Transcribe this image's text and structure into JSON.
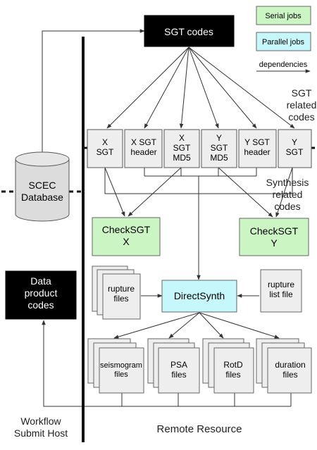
{
  "legend": {
    "serial_jobs": "Serial jobs",
    "parallel_jobs": "Parallel jobs",
    "dependencies": "dependencies",
    "serial_color": "#ccf5c4",
    "parallel_color": "#c6f7fb"
  },
  "nodes": {
    "sgt_codes": [
      "SGT codes"
    ],
    "x_sgt": [
      "X",
      "SGT"
    ],
    "x_sgt_header": [
      "X SGT",
      "header"
    ],
    "x_sgt_md5": [
      "X",
      "SGT",
      "MD5"
    ],
    "y_sgt_md5": [
      "Y",
      "SGT",
      "MD5"
    ],
    "y_sgt_header": [
      "Y SGT",
      "header"
    ],
    "y_sgt": [
      "Y",
      "SGT"
    ],
    "scec_database": [
      "SCEC",
      "Database"
    ],
    "checksgt_x": [
      "CheckSGT",
      "X"
    ],
    "checksgt_y": [
      "CheckSGT",
      "Y"
    ],
    "data_product_codes": [
      "Data",
      "product",
      "codes"
    ],
    "rupture_files": [
      "rupture",
      "files"
    ],
    "directsynth": [
      "DirectSynth"
    ],
    "rupture_list_file": [
      "rupture",
      "list file"
    ],
    "seismogram_files": [
      "seismogram",
      "files"
    ],
    "psa_files": [
      "PSA",
      "files"
    ],
    "rotd_files": [
      "RotD",
      "files"
    ],
    "duration_files": [
      "duration",
      "files"
    ]
  },
  "labels": {
    "sgt_related": [
      "SGT",
      "related",
      "codes"
    ],
    "synthesis_related": [
      "Synthesis",
      "related",
      "codes"
    ],
    "workflow_submit_host": [
      "Workflow",
      "Submit Host"
    ],
    "remote_resource": [
      "Remote Resource"
    ]
  }
}
